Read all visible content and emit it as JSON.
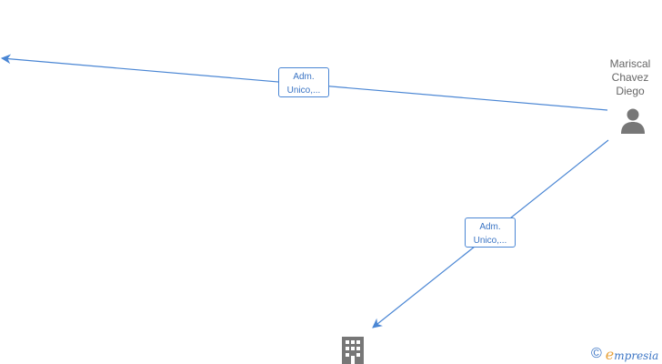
{
  "nodes": {
    "person": {
      "name_lines": [
        "Mariscal",
        "Chavez",
        "Diego"
      ]
    }
  },
  "edges": [
    {
      "label_lines": [
        "Adm.",
        "Unico,..."
      ]
    },
    {
      "label_lines": [
        "Adm.",
        "Unico,..."
      ]
    }
  ],
  "brand": {
    "symbol": "©",
    "initial": "e",
    "name": "mpresia"
  },
  "colors": {
    "edge": "#4a86d4",
    "node_icon": "#777777",
    "label_text": "#666666",
    "brand_blue": "#3a74c4",
    "brand_orange": "#e8a23a"
  },
  "icons": {
    "person": "person-icon",
    "company": "building-icon"
  }
}
